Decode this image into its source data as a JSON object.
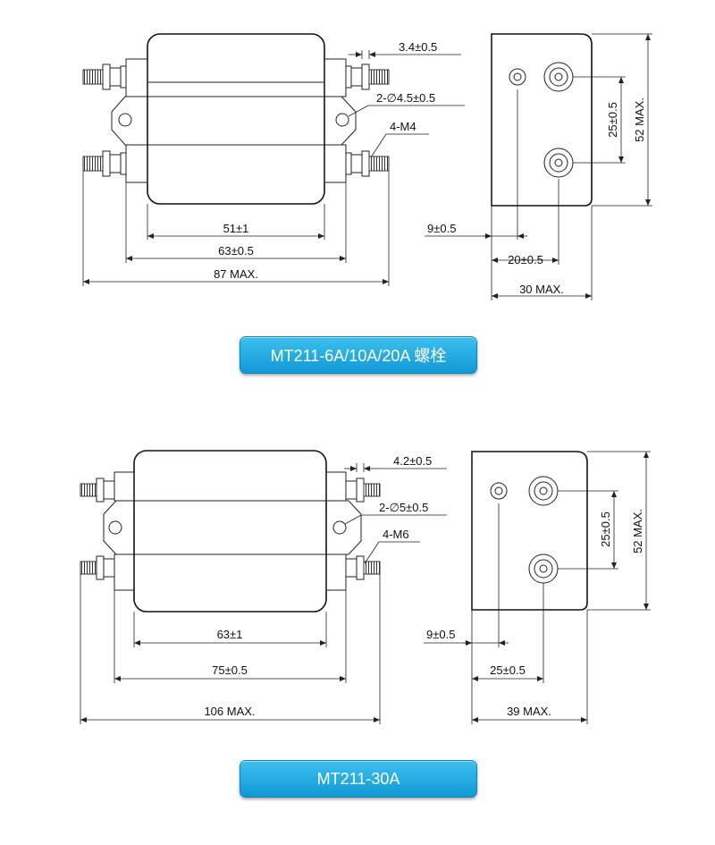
{
  "top": {
    "front_labels": {
      "term_width": "3.4±0.5",
      "holes": "2-∅4.5±0.5",
      "studs": "4-M4",
      "mount_spacing": "51±1",
      "body_width": "63±0.5",
      "overall_width": "87 MAX."
    },
    "side_labels": {
      "stud_spacing": "25±0.5",
      "height": "52 MAX.",
      "offset_small": "9±0.5",
      "offset_large": "20±0.5",
      "depth": "30 MAX."
    },
    "banner": "MT211-6A/10A/20A 螺栓"
  },
  "bottom": {
    "front_labels": {
      "term_width": "4.2±0.5",
      "holes": "2-∅5±0.5",
      "studs": "4-M6",
      "mount_spacing": "63±1",
      "body_width": "75±0.5",
      "overall_width": "106 MAX."
    },
    "side_labels": {
      "stud_spacing": "25±0.5",
      "height": "52 MAX.",
      "offset_small": "9±0.5",
      "offset_large": "25±0.5",
      "depth": "39 MAX."
    },
    "banner": "MT211-30A"
  },
  "colors": {
    "banner": "#1aa7e2",
    "line": "#222222"
  }
}
